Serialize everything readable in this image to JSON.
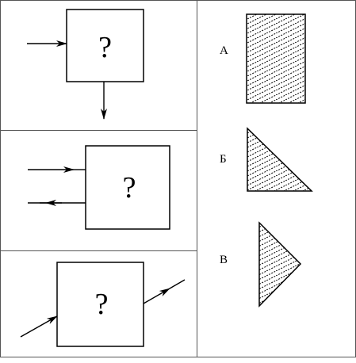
{
  "boxes": [
    {
      "label": "?"
    },
    {
      "label": "?"
    },
    {
      "label": "?"
    }
  ],
  "options": [
    {
      "letter": "А",
      "shape": "rectangle"
    },
    {
      "letter": "Б",
      "shape": "right-triangle"
    },
    {
      "letter": "В",
      "shape": "triangle"
    }
  ],
  "hatch_style": "diagonal dashed lines",
  "colors": {
    "line": "#000000",
    "background": "#ffffff"
  }
}
